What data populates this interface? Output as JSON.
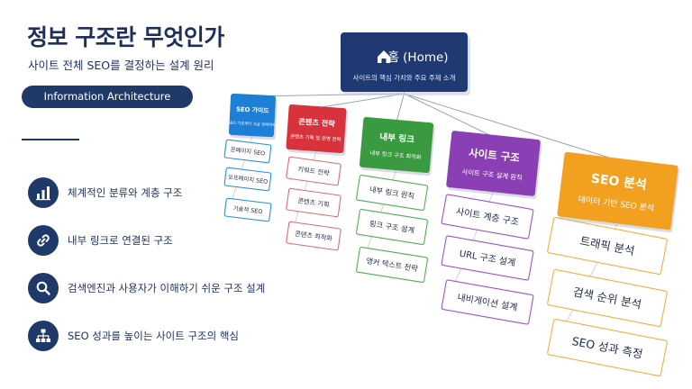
{
  "title": "정보 구조란 무엇인가",
  "subtitle": "사이트 전체 SEO를 결정하는 설계 원리",
  "ia_pill": "Information Architecture",
  "features": [
    {
      "icon": "bar-chart-icon",
      "text": "체계적인 분류와 계층 구조"
    },
    {
      "icon": "link-icon",
      "text": "내부 링크로 연결된 구조"
    },
    {
      "icon": "search-icon",
      "text": "검색엔진과 사용자가 이해하기 쉬운 구조 설계"
    },
    {
      "icon": "sitemap-icon",
      "text": "SEO 성과를 높이는 사이트 구조의 핵심"
    }
  ],
  "diagram": {
    "home": {
      "title": "홈 (Home)",
      "desc": "사이트의 핵심 가치와 주요 주제 소개",
      "icon": "home-icon"
    },
    "columns": [
      {
        "title": "SEO 가이드",
        "desc": "SEO 기초부터 고급 전략까지",
        "color": "#1e7fd6",
        "child_color": "#2a8fe0",
        "children": [
          "온페이지 SEO",
          "오프페이지 SEO",
          "기술적 SEO"
        ]
      },
      {
        "title": "콘텐츠 전략",
        "desc": "콘텐츠 기획 및 운영 전략",
        "color": "#d8333c",
        "child_color": "#e06a70",
        "children": [
          "키워드 전략",
          "콘텐츠 기획",
          "콘텐츠 최적화"
        ]
      },
      {
        "title": "내부 링크",
        "desc": "내부 링크 구조 최적화",
        "color": "#3a9a3f",
        "child_color": "#4fae54",
        "children": [
          "내부 링크 원칙",
          "링크 구조 설계",
          "앵커 텍스트 전략"
        ]
      },
      {
        "title": "사이트 구조",
        "desc": "사이트 구조 설계 원칙",
        "color": "#8a3fb5",
        "child_color": "#9b55c4",
        "children": [
          "사이트 계층 구조",
          "URL 구조 설계",
          "내비게이션 설계"
        ]
      },
      {
        "title": "SEO 분석",
        "desc": "데이터 기반 SEO 분석",
        "color": "#f2a020",
        "child_color": "#f0b040",
        "children": [
          "트래픽 분석",
          "검색 순위 분석",
          "SEO 성과 측정"
        ]
      }
    ]
  }
}
